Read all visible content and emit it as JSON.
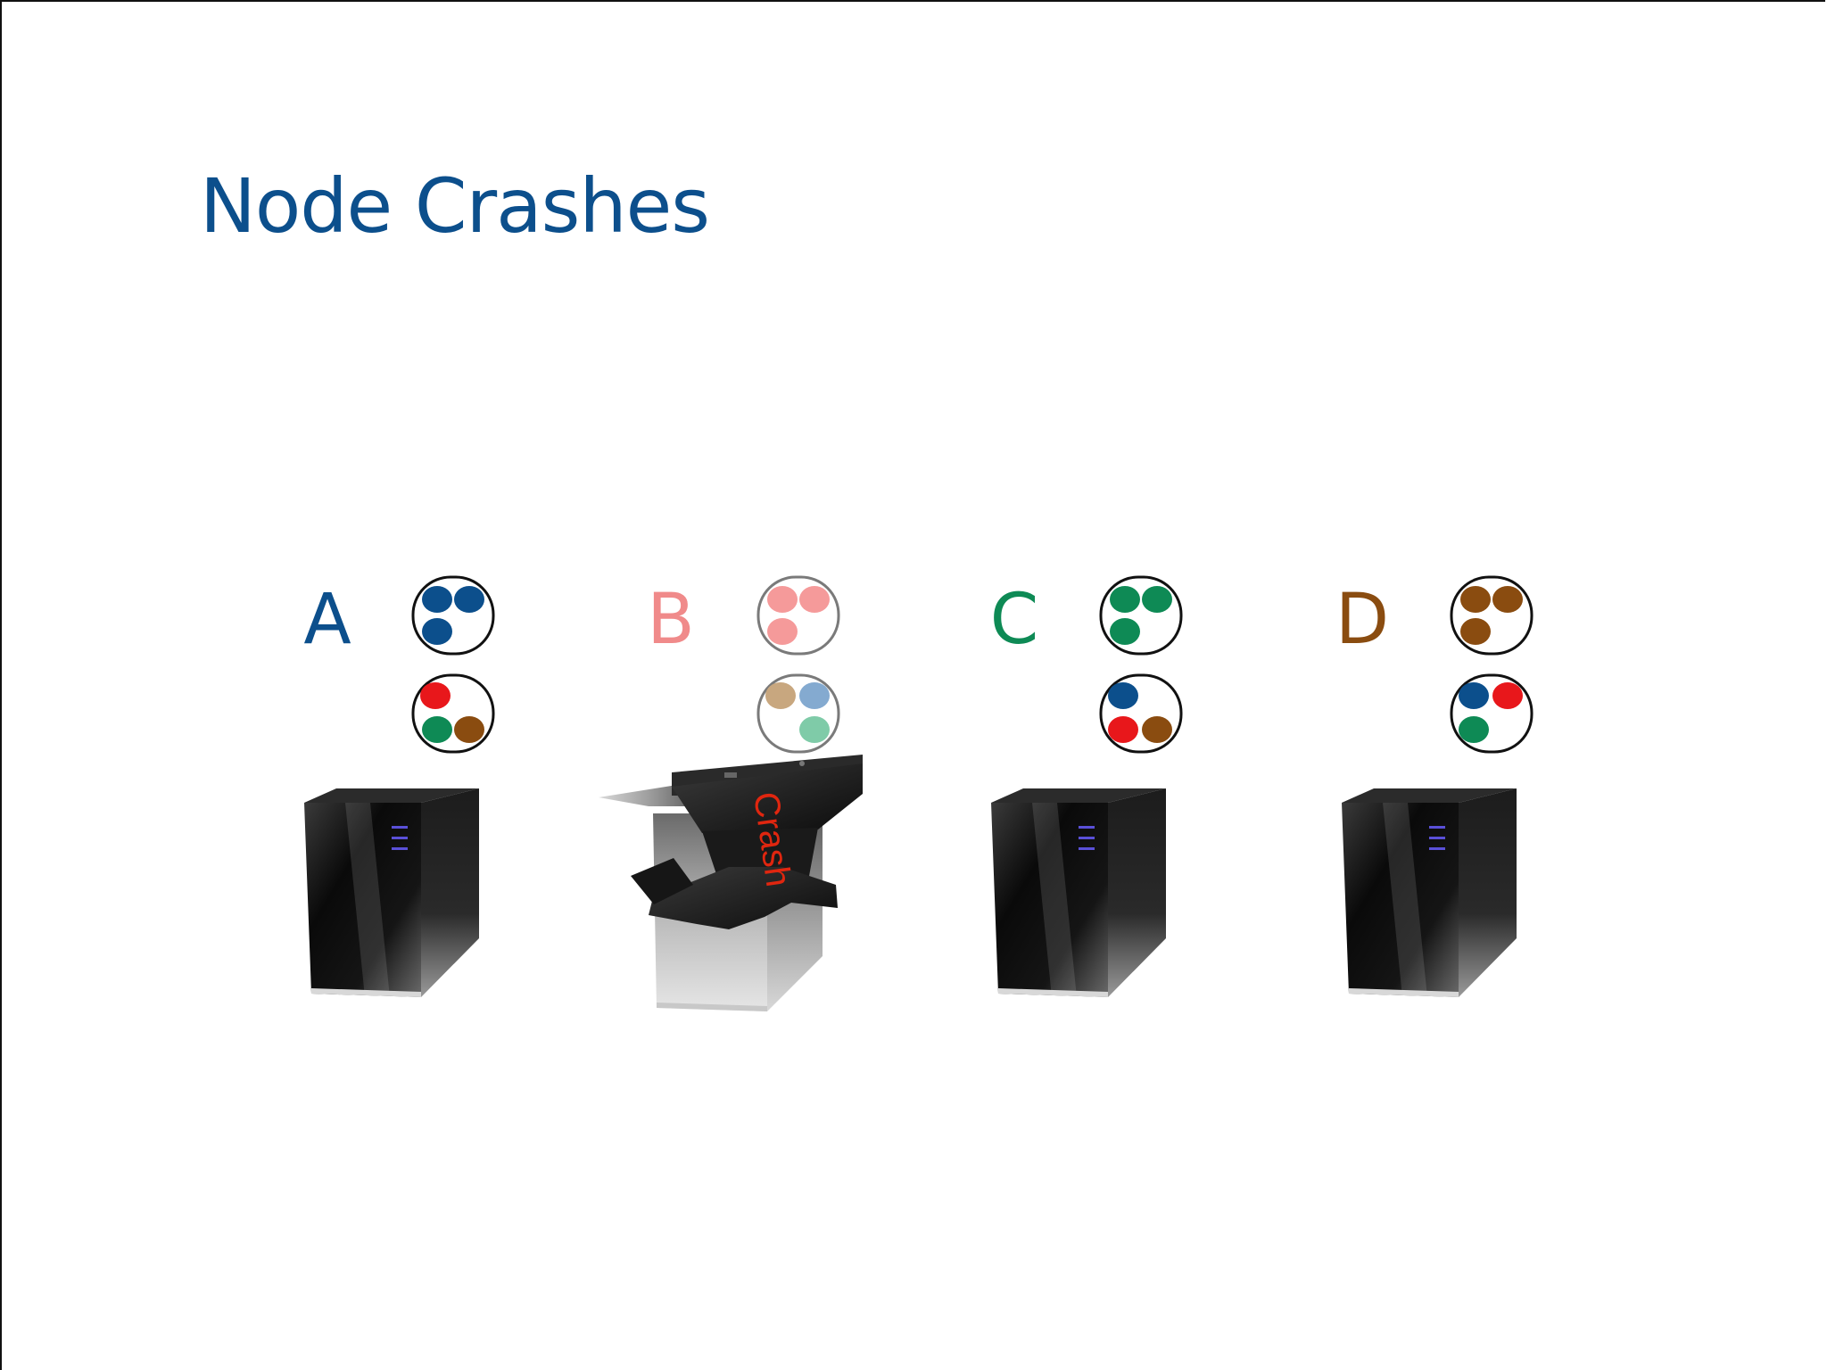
{
  "title": "Node Crashes",
  "colors": {
    "title": "#0c4f8c",
    "blue": "#0c4f8c",
    "pink": "#f08a8a",
    "green": "#0e8a55",
    "brown": "#8a4c10",
    "red": "#e8171b",
    "faded_tan": "#c8a77f",
    "faded_blue": "#84aad0",
    "faded_green": "#7fcba8",
    "crash_text": "#e0260f"
  },
  "nodes": [
    {
      "label": "A",
      "label_color": "#0c4f8c",
      "crashed": false,
      "vnodes": [
        [
          "#0c4f8c",
          "#0c4f8c",
          "#0c4f8c"
        ],
        [
          "#e8171b",
          "#0e8a55",
          "#8a4c10"
        ]
      ]
    },
    {
      "label": "B",
      "label_color": "#f08a8a",
      "crashed": true,
      "vnodes": [
        [
          "#f59a9a",
          "#f59a9a",
          "#f59a9a"
        ],
        [
          "#c8a77f",
          "#84aad0",
          "#7fcba8"
        ]
      ]
    },
    {
      "label": "C",
      "label_color": "#0e8a55",
      "crashed": false,
      "vnodes": [
        [
          "#0e8a55",
          "#0e8a55",
          "#0e8a55"
        ],
        [
          "#0c4f8c",
          "#e8171b",
          "#8a4c10"
        ]
      ]
    },
    {
      "label": "D",
      "label_color": "#8a4c10",
      "crashed": false,
      "vnodes": [
        [
          "#8a4c10",
          "#8a4c10",
          "#8a4c10"
        ],
        [
          "#0c4f8c",
          "#e8171b",
          "#0e8a55"
        ]
      ]
    }
  ],
  "anvil_text": "Crash"
}
